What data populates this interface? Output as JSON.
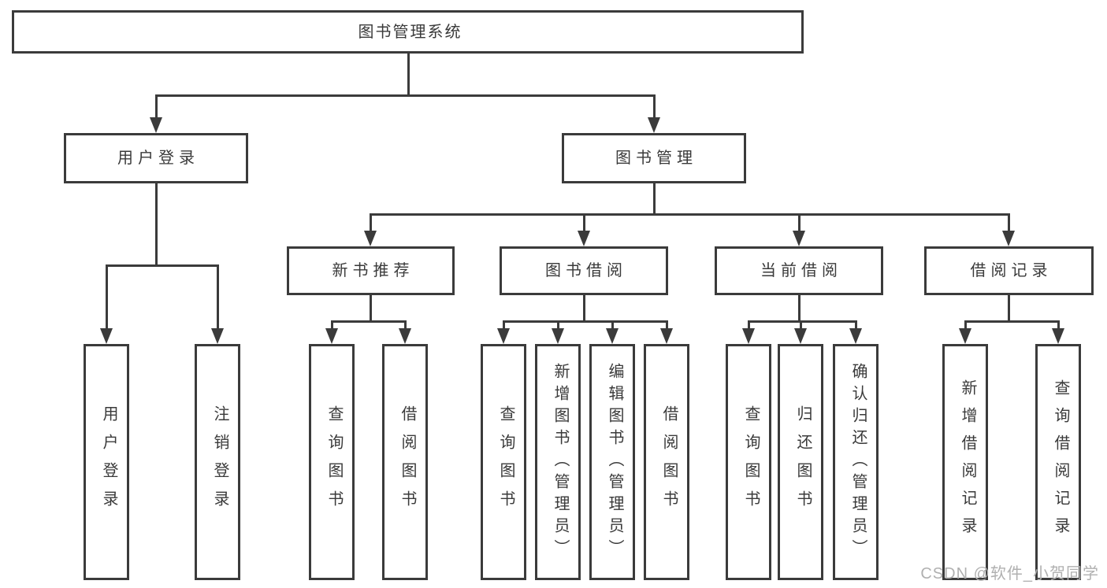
{
  "diagram": {
    "root": "图书管理系统",
    "level2": {
      "user_login": "用户登录",
      "book_management": "图书管理"
    },
    "level3": {
      "new_book_recommend": "新书推荐",
      "book_borrowing": "图书借阅",
      "current_borrowing": "当前借阅",
      "borrowing_records": "借阅记录"
    },
    "leaves": {
      "user_login": "用户登录",
      "logout": "注销登录",
      "recommend_query_book": "查询图书",
      "recommend_borrow_book": "借阅图书",
      "borrowing_query_book": "查询图书",
      "borrowing_add_book": "新增图书（管理员）",
      "borrowing_edit_book": "编辑图书（管理员）",
      "borrowing_borrow_book": "借阅图书",
      "current_query_book": "查询图书",
      "current_return_book": "归还图书",
      "current_confirm_return": "确认归还（管理员）",
      "records_add_record": "新增借阅记录",
      "records_query_record": "查询借阅记录"
    }
  },
  "watermark": "CSDN @软件_小贺同学",
  "colors": {
    "line": "#3b3b3b",
    "text": "#3a3a3a",
    "box_background": "#ffffff",
    "watermark": "#b0b0b0"
  }
}
